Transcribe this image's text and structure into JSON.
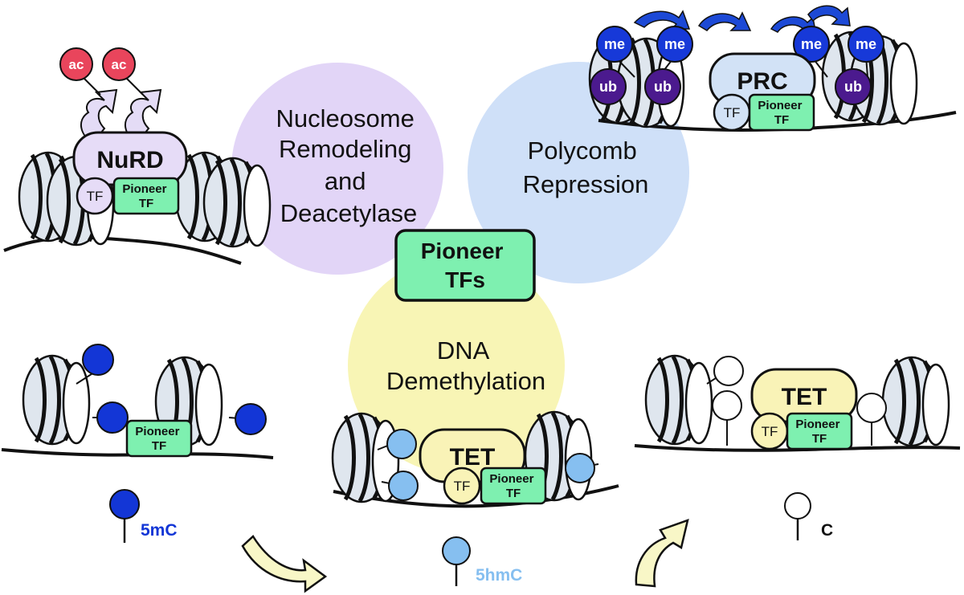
{
  "colors": {
    "remodeling": "#e2d5f7",
    "polycomb": "#cfe0f8",
    "demethylation": "#f8f5b5",
    "pioneer": "#7ef0b0",
    "ac": "#e9455c",
    "me": "#1739d8",
    "ub": "#4b1a8e",
    "five_mc": "#1336d6",
    "five_hmc": "#86bff0",
    "cytosine": "#ffffff",
    "nucleosome": "#dfe6ee",
    "nurd": "#e6dcf7",
    "prc": "#d2e2f6",
    "tet": "#f9f3b7",
    "arrow_light": "#f8f7c7",
    "arrow_purple": "#e4dcf6",
    "arrow_blue": "#1c49d6"
  },
  "circles": {
    "remodeling": [
      "Nucleosome",
      "Remodeling",
      "and",
      "Deacetylase"
    ],
    "polycomb": [
      "Polycomb",
      "Repression"
    ],
    "demethylation": [
      "DNA",
      "Demethylation"
    ]
  },
  "center": {
    "line1": "Pioneer",
    "line2": "TFs"
  },
  "complexes": {
    "nurd": "NuRD",
    "prc": "PRC",
    "tet": "TET"
  },
  "factors": {
    "tf": "TF",
    "pioneer_line1": "Pioneer",
    "pioneer_line2": "TF"
  },
  "marks": {
    "ac": "ac",
    "me": "me",
    "ub": "ub"
  },
  "legend": {
    "five_mc": "5mC",
    "five_hmc": "5hmC",
    "cytosine": "C"
  }
}
